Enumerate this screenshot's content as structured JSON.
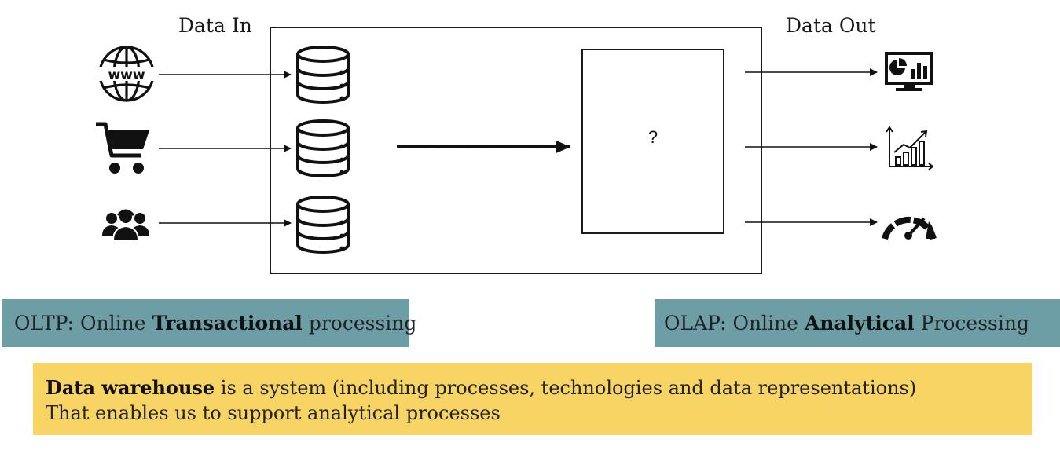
{
  "diagram": {
    "data_in_label": "Data In",
    "data_out_label": "Data Out",
    "unknown_label": "?",
    "sources": [
      {
        "icon": "www-globe-icon"
      },
      {
        "icon": "shopping-cart-icon"
      },
      {
        "icon": "users-group-icon"
      }
    ],
    "databases": [
      {
        "icon": "database-icon"
      },
      {
        "icon": "database-icon"
      },
      {
        "icon": "database-icon"
      }
    ],
    "outputs": [
      {
        "icon": "dashboard-monitor-icon"
      },
      {
        "icon": "growth-chart-icon"
      },
      {
        "icon": "speedometer-icon"
      }
    ]
  },
  "oltp": {
    "prefix": "OLTP: Online ",
    "bold": "Transactional",
    "suffix": " processing"
  },
  "olap": {
    "prefix": "OLAP: Online ",
    "bold": "Analytical",
    "suffix": " Processing"
  },
  "definition": {
    "bold": "Data warehouse",
    "line1_rest": " is a system (including processes, technologies and data representations)",
    "line2": "That enables us to support analytical processes"
  },
  "colors": {
    "banner": "#6d9ea6",
    "definition_bg": "#f7d464",
    "stroke": "#111111"
  }
}
